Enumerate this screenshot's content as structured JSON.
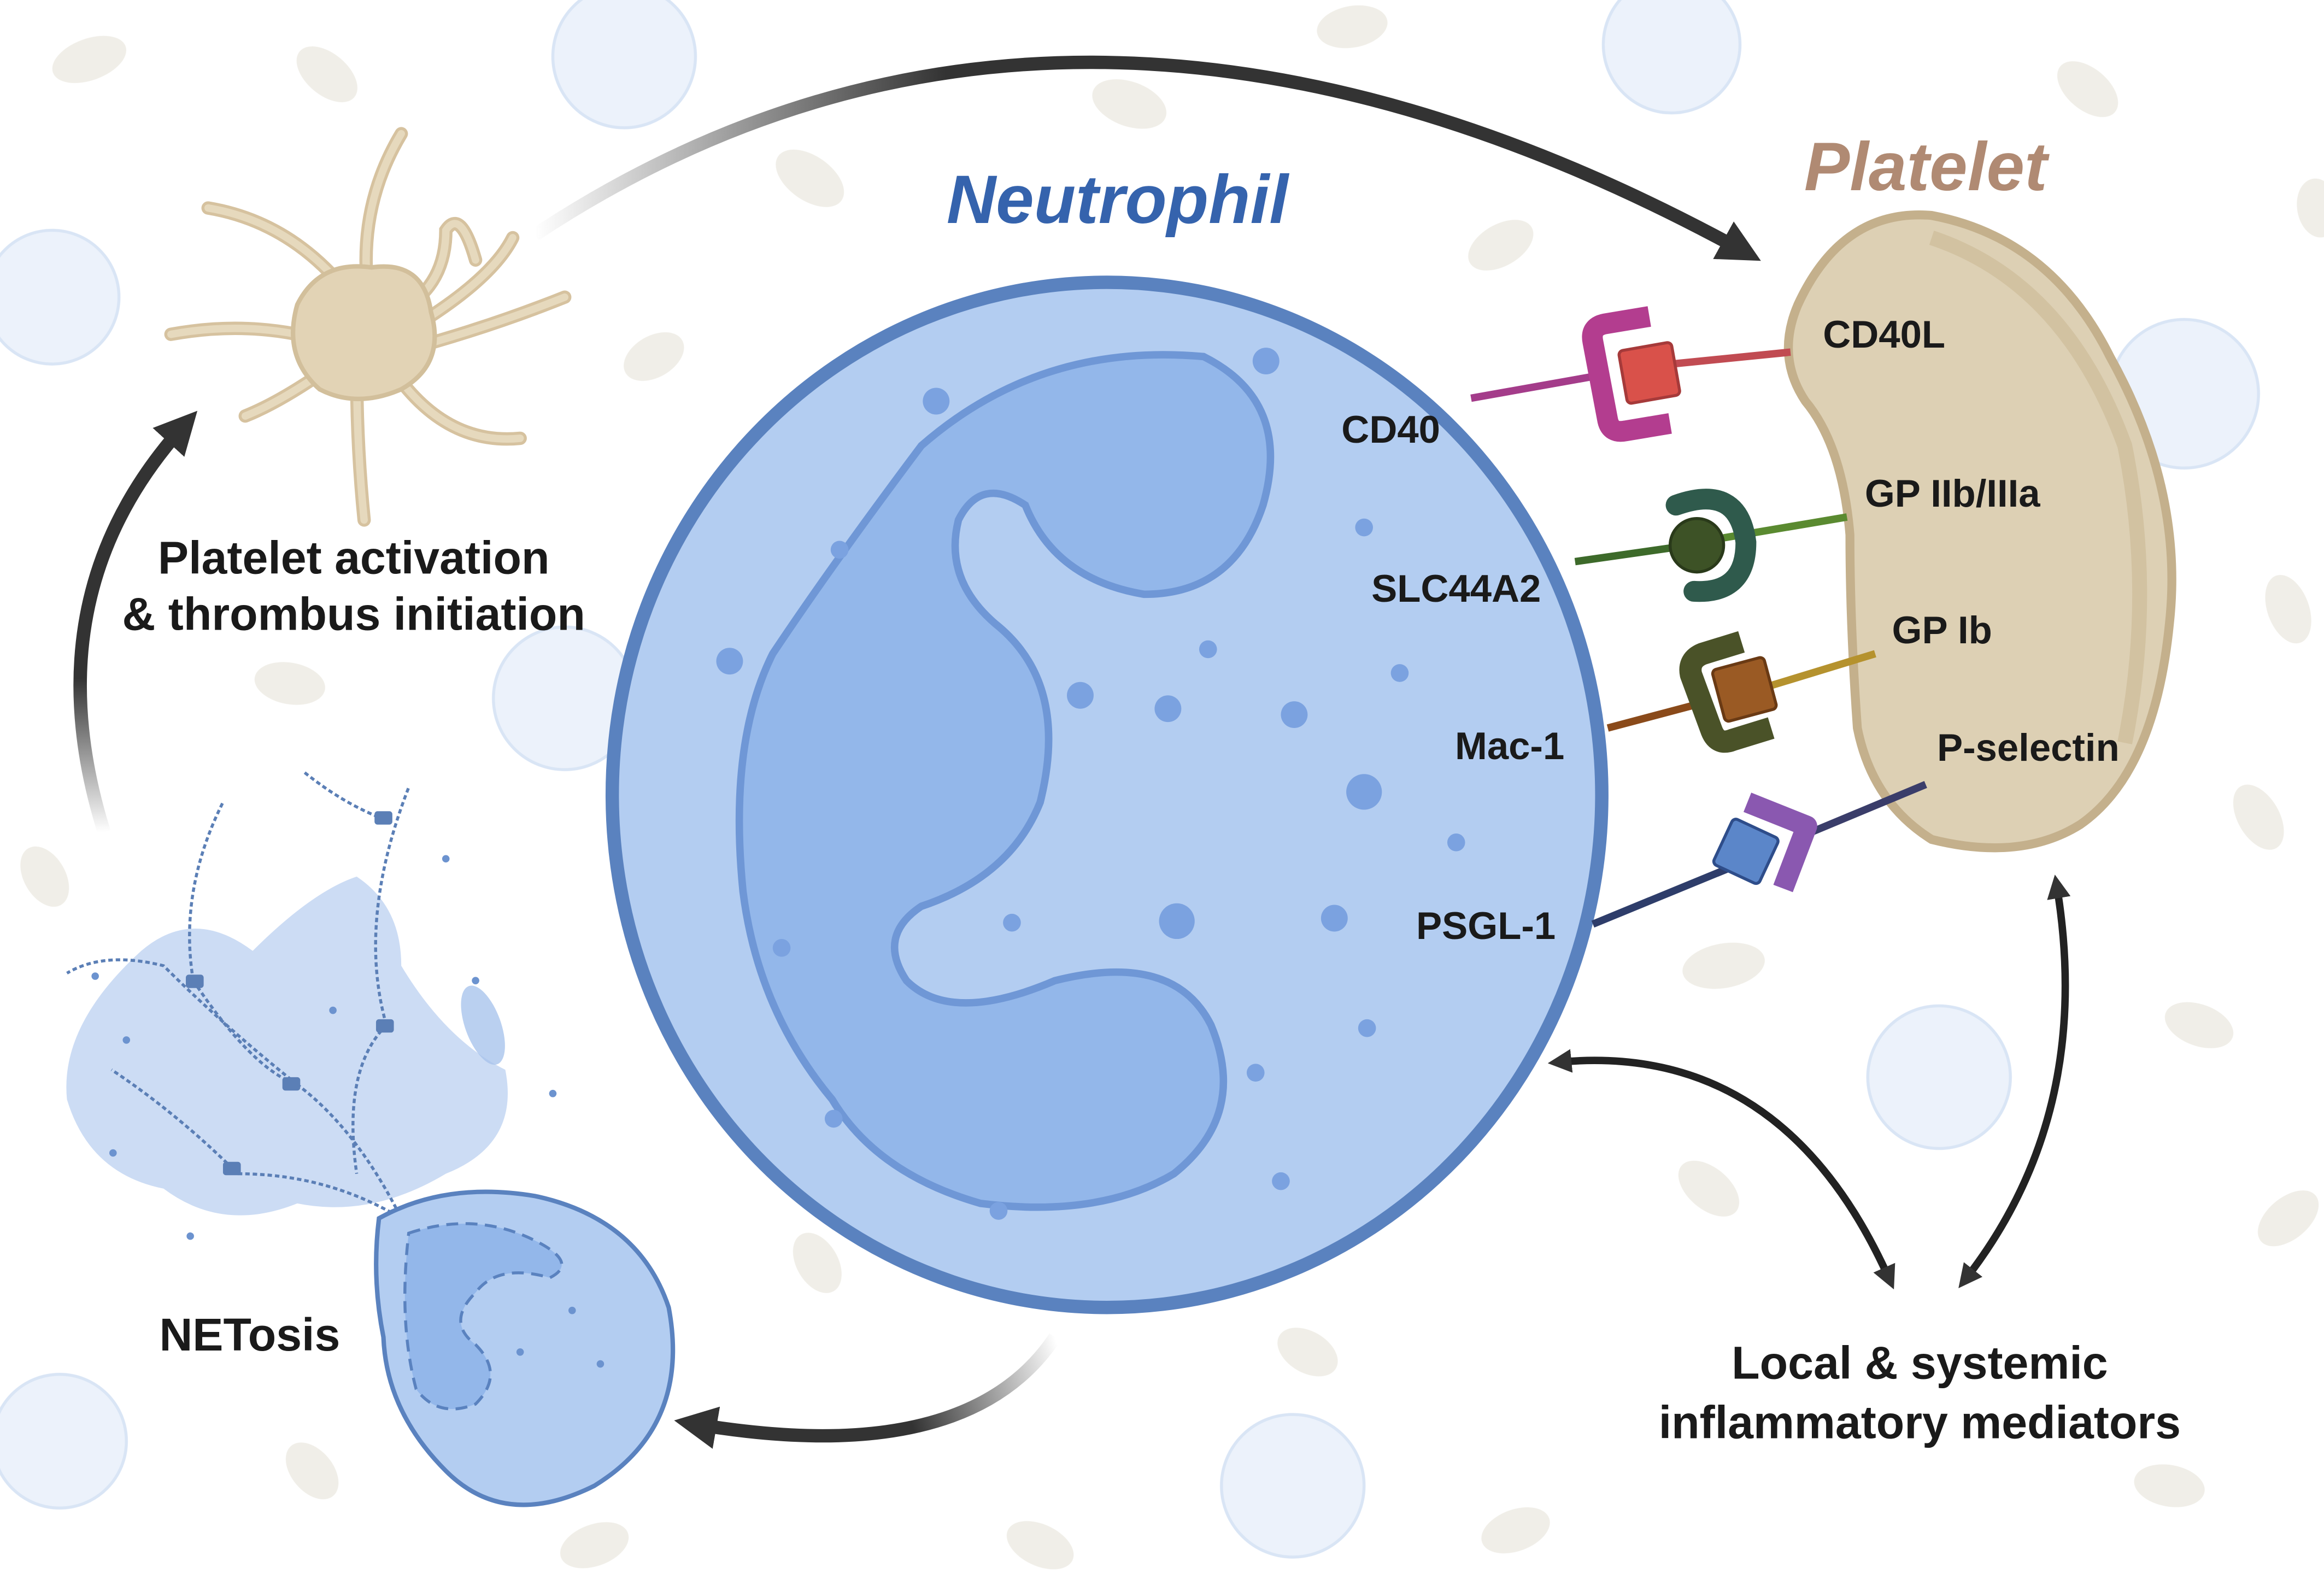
{
  "titles": {
    "neutrophil": "Neutrophil",
    "platelet": "Platelet"
  },
  "neutrophil_receptors": {
    "cd40": "CD40",
    "slc44a2": "SLC44A2",
    "mac1": "Mac-1",
    "psgl1": "PSGL-1"
  },
  "platelet_ligands": {
    "cd40l": "CD40L",
    "gp_iib_iiia": "GP IIb/IIIa",
    "gp_ib": "GP Ib",
    "p_selectin": "P-selectin"
  },
  "captions": {
    "activation_line1": "Platelet activation",
    "activation_line2": "& thrombus initiation",
    "netosis": "NETosis",
    "mediators_line1": "Local & systemic",
    "mediators_line2": "inflammatory mediators"
  },
  "colors": {
    "neutrophil_fill": "#b3cdf1",
    "neutrophil_stroke": "#5a82bf",
    "nucleus_fill": "#93b7ea",
    "neutrophil_title": "#3563ad",
    "platelet_fill": "#ddd0b4",
    "platelet_stroke": "#c4b08c",
    "platelet_title": "#b08a73",
    "activated_platelet": "#e2d3b5",
    "arrow": "#333333",
    "cd40_pair": "#b33d8f",
    "cd40l": "#d9514a",
    "slc44a2": "#2f5a4c",
    "gp_iib_iiia": "#3d5226",
    "mac1": "#4a5228",
    "gp_ib": "#9a5a24",
    "psgl1": "#5b86c9",
    "p_selectin": "#8a58b0"
  }
}
